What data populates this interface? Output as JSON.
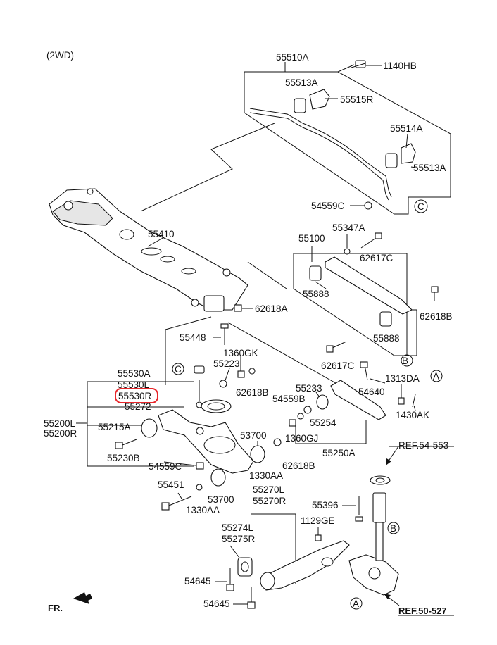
{
  "variant": "(2WD)",
  "hotspot_color": "#e8262a",
  "labels": {
    "p55510A": "55510A",
    "p1140HB": "1140HB",
    "p55513A_top": "55513A",
    "p55515R": "55515R",
    "p55514A": "55514A",
    "p55513A_right": "55513A",
    "p54559C_top": "54559C",
    "p55410": "55410",
    "p55347A": "55347A",
    "p55100": "55100",
    "p62617C_top": "62617C",
    "p55888_left": "55888",
    "p62618B_right": "62618B",
    "p62618A": "62618A",
    "p55888_right": "55888",
    "p55448": "55448",
    "p1360GK": "1360GK",
    "p62617C_mid": "62617C",
    "p55530A": "55530A",
    "p55223": "55223",
    "p55530L": "55530L",
    "p55530R": "55530R",
    "p62618B_mid": "62618B",
    "p55233": "55233",
    "p54640": "54640",
    "p1313DA": "1313DA",
    "p55272": "55272",
    "p54559B": "54559B",
    "p1430AK": "1430AK",
    "p55200L": "55200L",
    "p55200R": "55200R",
    "p55215A": "55215A",
    "p55254": "55254",
    "p1360GJ": "1360GJ",
    "p53700_top": "53700",
    "p55250A": "55250A",
    "p55230B": "55230B",
    "p62618B_low": "62618B",
    "p54559C_low": "54559C",
    "p1330AA_top": "1330AA",
    "p55451": "55451",
    "p55270L": "55270L",
    "p55270R": "55270R",
    "p53700_low": "53700",
    "p1330AA_low": "1330AA",
    "p55396": "55396",
    "p1129GE": "1129GE",
    "p55274L": "55274L",
    "p55275R": "55275R",
    "p54645_top": "54645",
    "p54645_low": "54645",
    "ref_top": "REF.54-553",
    "ref_bottom": "REF.50-527",
    "fr": "FR.",
    "callout_c": "C",
    "callout_b": "B",
    "callout_a": "A"
  }
}
